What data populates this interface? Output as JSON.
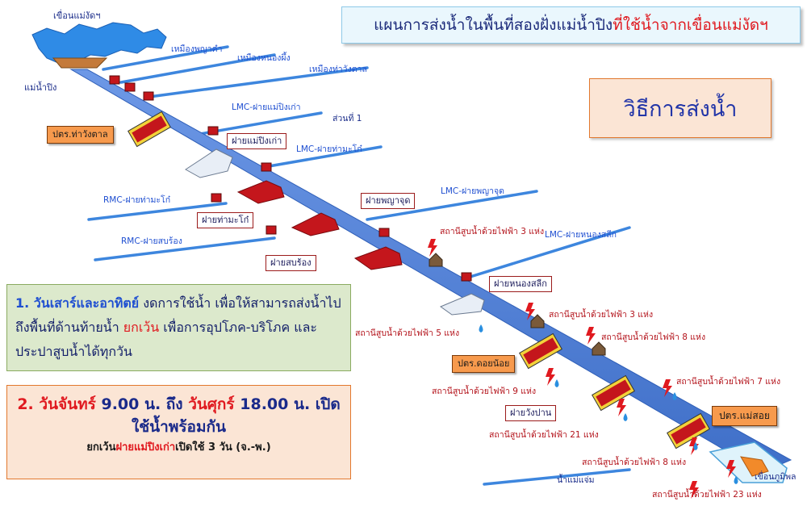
{
  "title": {
    "before": "แผนการส่งน้ำในพื้นที่สองฝั่งแม่น้ำปิง",
    "highlight": "ที่ใช้น้ำจากเขื่อนแม่งัดฯ"
  },
  "method_title": "วิธีการส่งน้ำ",
  "map_labels": {
    "dam_mae_ngat": "เขื่อนแม่งัดฯ",
    "mae_ping_river": "แม่น้ำปิง",
    "mueang_phaya_kham": "เหมืองพญาคำ",
    "mueang_nong_phueng": "เหมืองหนองผึ้ง",
    "mueang_tha_wang_tan": "เหมืองท่าวังตาล",
    "lmc_mae_ping_kao": "LMC-ฝายแม่ปิงเก่า",
    "section_1": "ส่วนที่ 1",
    "lmc_tha_mako": "LMC-ฝายท่ามะโก๋",
    "rmc_tha_mako": "RMC-ฝายท่ามะโก๋",
    "rmc_sop_rong": "RMC-ฝายสบร้อง",
    "lmc_phaya_chut": "LMC-ฝายพญาจุด",
    "lmc_nong_salik": "LMC-ฝายหนองสลีก",
    "mae_chaem_river": "น้ำแม่แจ่ม",
    "bhumibol_dam": "เขื่อนภูมิพล"
  },
  "weir_boxes": {
    "mae_ping_kao": "ฝายแม่ปิงเก่า",
    "tha_mako": "ฝายท่ามะโก๋",
    "sop_rong": "ฝายสบร้อง",
    "phaya_chut": "ฝายพญาจุด",
    "nong_salik": "ฝายหนองสลีก",
    "wang_pan": "ฝายวังปาน"
  },
  "project_boxes": {
    "tha_wang_tan": "ปตร.ท่าวังตาล",
    "doi_noi": "ปตร.ดอยน้อย",
    "mae_soi": "ปตร.แม่สอย"
  },
  "pump_stations": {
    "p3a": "สถานีสูบน้ำด้วยไฟฟ้า 3 แห่ง",
    "p3b": "สถานีสูบน้ำด้วยไฟฟ้า 3 แห่ง",
    "p5": "สถานีสูบน้ำด้วยไฟฟ้า 5 แห่ง",
    "p8a": "สถานีสูบน้ำด้วยไฟฟ้า 8 แห่ง",
    "p9": "สถานีสูบน้ำด้วยไฟฟ้า 9 แห่ง",
    "p7": "สถานีสูบน้ำด้วยไฟฟ้า 7 แห่ง",
    "p21": "สถานีสูบน้ำด้วยไฟฟ้า 21 แห่ง",
    "p8b": "สถานีสูบน้ำด้วยไฟฟ้า 8 แห่ง",
    "p23": "สถานีสูบน้ำด้วยไฟฟ้า 23 แห่ง"
  },
  "note1": {
    "num": "1. วันเสาร์และอาทิตย์",
    "text_a": " งดการใช้น้ำ เพื่อให้สามารถส่งน้ำไปถึงพื้นที่ด้านท้ายน้ำ ",
    "highlight": "ยกเว้น",
    "text_b": " เพื่อการอุปโภค-บริโภค และประปาสูบน้ำได้ทุกวัน"
  },
  "note2": {
    "num": "2. วันจันทร์",
    "time_a": " 9.00 น. ถึง ",
    "day_b": "วันศุกร์",
    "time_b": " 18.00 น. เปิด",
    "line2": "ใช้น้ำพร้อมกัน",
    "l3_a": "ยกเว้น",
    "l3_hl": "ฝายแม่ปิงเก่า",
    "l3_b": "เปิดใช้  3 วัน (จ.-พ.)"
  },
  "colors": {
    "river": "#4a7bd4",
    "canal": "#4a8fe0",
    "weir": "#c4161c",
    "gate_body": "#f2d23a",
    "box_orange": "#f79a4d"
  }
}
